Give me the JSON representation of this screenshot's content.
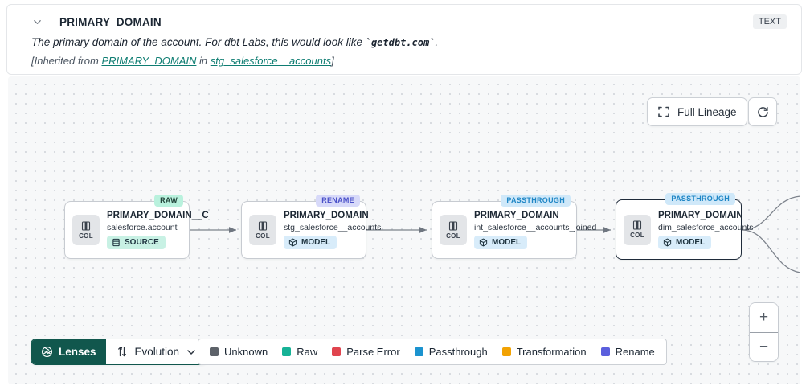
{
  "header": {
    "title": "PRIMARY_DOMAIN",
    "type_badge": "TEXT",
    "description_prefix": "The primary domain of the account. For dbt Labs, this would look like ",
    "description_code": "`getdbt.com`",
    "description_suffix": ".",
    "inherited": {
      "prefix": "[Inherited from ",
      "column_link": "PRIMARY_DOMAIN",
      "middle": " in ",
      "model_link": "stg_salesforce__accounts",
      "suffix": "]"
    }
  },
  "toolbar": {
    "full_lineage_label": "Full Lineage"
  },
  "nodes": [
    {
      "status": "RAW",
      "title": "PRIMARY_DOMAIN__C",
      "subtitle": "salesforce.account",
      "kind": "SOURCE",
      "col_label": "COL",
      "selected": false
    },
    {
      "status": "RENAME",
      "title": "PRIMARY_DOMAIN",
      "subtitle": "stg_salesforce__accounts",
      "kind": "MODEL",
      "col_label": "COL",
      "selected": false
    },
    {
      "status": "PASSTHROUGH",
      "title": "PRIMARY_DOMAIN",
      "subtitle": "int_salesforce__accounts_joined",
      "kind": "MODEL",
      "col_label": "COL",
      "selected": false
    },
    {
      "status": "PASSTHROUGH",
      "title": "PRIMARY_DOMAIN",
      "subtitle": "dim_salesforce_accounts",
      "kind": "MODEL",
      "col_label": "COL",
      "selected": true
    }
  ],
  "controls": {
    "lenses_label": "Lenses",
    "lens_selected": "Evolution",
    "zoom_in": "+",
    "zoom_out": "−"
  },
  "legend": {
    "items": [
      {
        "label": "Unknown",
        "color": "#5d6269"
      },
      {
        "label": "Raw",
        "color": "#16b296"
      },
      {
        "label": "Parse Error",
        "color": "#e0444e"
      },
      {
        "label": "Passthrough",
        "color": "#1b93cf"
      },
      {
        "label": "Transformation",
        "color": "#f2a202"
      },
      {
        "label": "Rename",
        "color": "#5b5fdd"
      }
    ]
  }
}
